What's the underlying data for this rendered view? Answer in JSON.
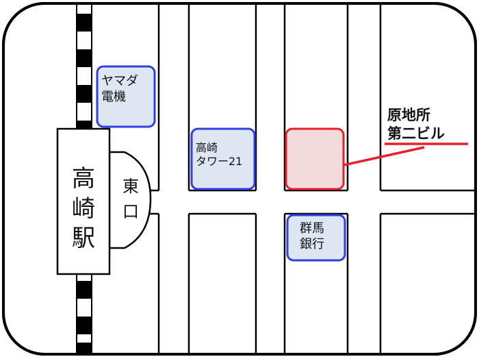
{
  "station": {
    "name": "高崎\n駅",
    "display": "高\n崎\n駅"
  },
  "exit": {
    "label": "東\n口"
  },
  "landmarks": {
    "yamada": "ヤマダ\n電機",
    "tower": "高崎\nタワー21",
    "bank": "群馬\n銀行"
  },
  "target": {
    "label": "原地所\n第二ビル"
  },
  "colors": {
    "landmark_border": "#2f3fe0",
    "landmark_fill": "#dde6f2",
    "target_border": "#e8202a",
    "target_fill": "#f4dada",
    "road": "#000000",
    "frame": "#000000"
  }
}
